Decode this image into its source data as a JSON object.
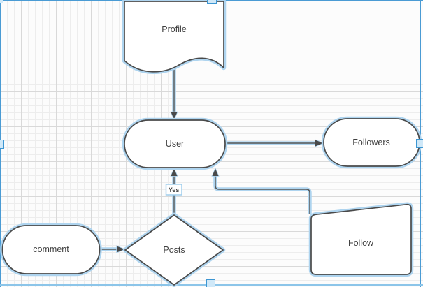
{
  "canvas": {
    "background_color": "#fcfcfc",
    "grid": "on",
    "grid_minor_color": "#ededed",
    "grid_major_color": "#d9d9d9"
  },
  "selection": {
    "border_color": "#4a9bd4",
    "bottom_border_color": "#8cc5e9",
    "handle_fill_color": "#cfe8f8",
    "handle_border_color": "#3d96d2"
  },
  "style": {
    "node_fill": "#ffffff",
    "node_stroke": "#4a4a4a",
    "edge_color": "#565656",
    "selection_glow_color": "#aed4ef",
    "text_color": "#3f3f3f"
  },
  "nodes": [
    {
      "id": "profile",
      "shape": "document",
      "label": "Profile"
    },
    {
      "id": "user",
      "shape": "terminator",
      "label": "User"
    },
    {
      "id": "followers",
      "shape": "terminator",
      "label": "Followers"
    },
    {
      "id": "comment",
      "shape": "terminator",
      "label": "comment"
    },
    {
      "id": "posts",
      "shape": "decision",
      "label": "Posts"
    },
    {
      "id": "follow",
      "shape": "manual-input",
      "label": "Follow"
    }
  ],
  "edges": [
    {
      "from": "profile",
      "to": "user",
      "label": ""
    },
    {
      "from": "user",
      "to": "followers",
      "label": ""
    },
    {
      "from": "comment",
      "to": "posts",
      "label": ""
    },
    {
      "from": "posts",
      "to": "user",
      "label": "Yes"
    },
    {
      "from": "follow",
      "to": "user",
      "label": ""
    }
  ]
}
